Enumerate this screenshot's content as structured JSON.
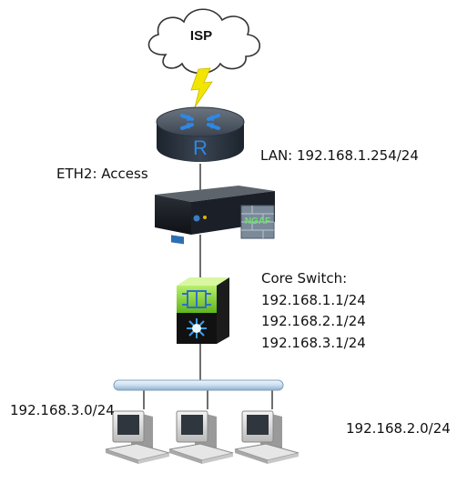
{
  "nodes": {
    "isp": {
      "label": "ISP",
      "icon": "cloud-icon"
    },
    "router": {
      "icon": "router-icon",
      "letter": "R",
      "interface_label": "LAN: 192.168.1.254/24"
    },
    "firewall": {
      "icon": "firewall-icon",
      "badge": "NGAF",
      "port_label": "ETH2: Access"
    },
    "core_switch": {
      "icon": "layer3-switch-icon",
      "title": "Core Switch:",
      "addresses": [
        "192.168.1.1/24",
        "192.168.2.1/24",
        "192.168.3.1/24"
      ]
    },
    "lan_segment": {
      "icon": "lan-bus-icon",
      "left_network": "192.168.3.0/24",
      "right_network": "192.168.2.0/24",
      "hosts": [
        "pc-icon",
        "pc-icon",
        "pc-icon"
      ]
    }
  },
  "colors": {
    "link": "#6e6e6e",
    "router_body": "#2b3440",
    "router_arrows": "#2e87e6",
    "lightning": "#f2e600",
    "switch_green": "#7ed321",
    "bus": "#cfe3f5"
  }
}
